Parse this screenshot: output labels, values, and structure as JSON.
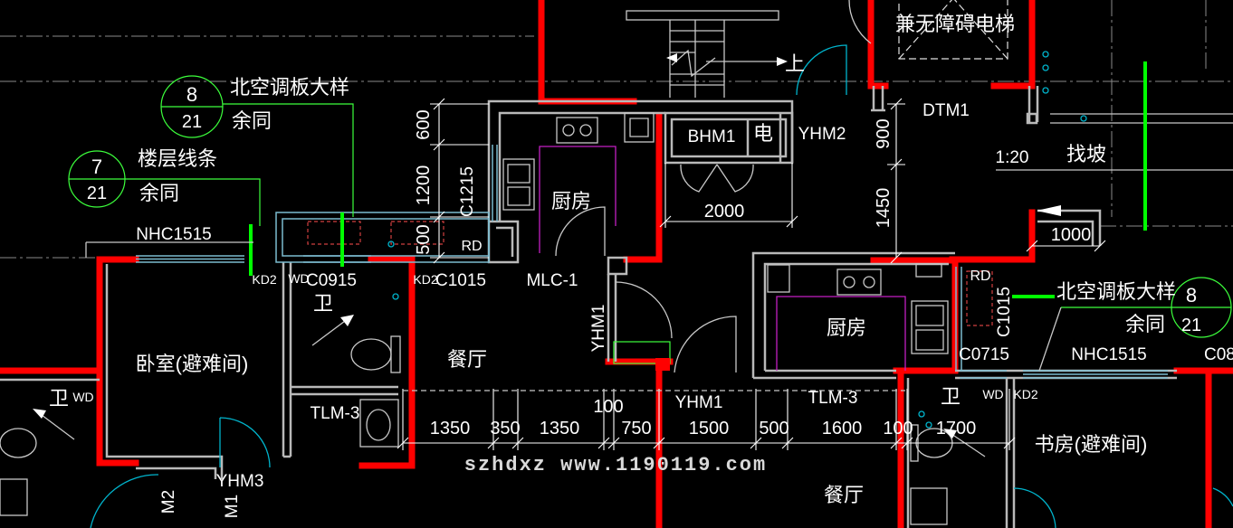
{
  "plan": {
    "elevator_label": "兼无障碍电梯",
    "stair_up": "上",
    "rooms": {
      "kitchen_north": "厨房",
      "kitchen_east": "厨房",
      "bedroom": "卧室(避难间)",
      "dining_west": "餐厅",
      "dining_south": "餐厅",
      "study": "书房(避难间)",
      "bath_west": "卫",
      "bath_mid": "卫",
      "bath_east": "卫"
    },
    "tags": {
      "dtm1": "DTM1",
      "bhm1": "BHM1",
      "electric": "电",
      "yhm2": "YHM2",
      "slope_ratio": "1:20",
      "slope_note": "找坡",
      "c1215": "C1215",
      "rd_west": "RD",
      "rd_east": "RD",
      "nhc1515_west": "NHC1515",
      "kd2_west": "KD2",
      "wd_west": "WD",
      "c0915": "C0915",
      "kd2_mid": "KD2",
      "c1015_mid": "C1015",
      "mlc1": "MLC-1",
      "yhm1_vertical": "YHM1",
      "tlm3_west": "TLM-3",
      "yhm1": "YHM1",
      "tlm3_east": "TLM-3",
      "c0715": "C0715",
      "nhc1515_east": "NHC1515",
      "c1015_east": "C1015",
      "c08": "C08",
      "wd_east": "WD",
      "kd2_east": "KD2",
      "yhm3": "YHM3",
      "m2": "M2",
      "m1": "M1",
      "wd_far_west": "WD"
    },
    "callouts": [
      {
        "label": "北空调板大样",
        "note": "余同",
        "detail_no": "8",
        "sheet_no": "21"
      },
      {
        "label": "楼层线条",
        "note": "余同",
        "detail_no": "7",
        "sheet_no": "21"
      },
      {
        "label": "北空调板大样",
        "note": "余同",
        "detail_no": "8",
        "sheet_no": "21"
      }
    ],
    "dimensions": {
      "kitchen_vertical": [
        "600",
        "1200",
        "500"
      ],
      "lift_vertical": [
        "900",
        "1450"
      ],
      "bhm1_width": "2000",
      "ramp_width": "1000",
      "bottom_chain": [
        "1350",
        "350",
        "1350",
        "100",
        "750",
        "1500",
        "500",
        "1600",
        "100",
        "1700"
      ]
    }
  },
  "watermark": "szhdxz www.1190119.com",
  "palette": {
    "background": "#000000",
    "wall_new": "#ff0000",
    "wall_existing": "#b9b9b9",
    "window": "#7cbcd0",
    "leader": "#00ff00",
    "counter": "#c21fc2"
  }
}
